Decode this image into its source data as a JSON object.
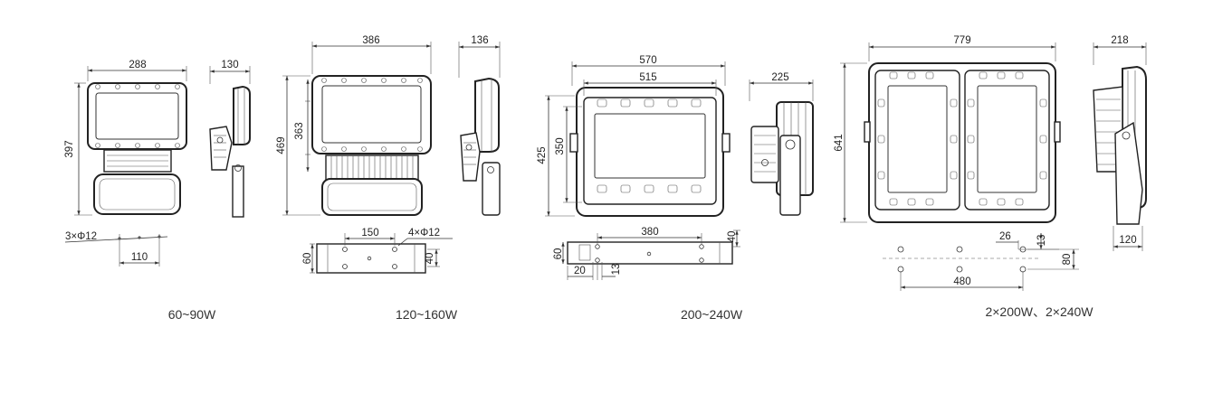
{
  "products": [
    {
      "caption": "60~90W",
      "dims": {
        "front_width": "288",
        "side_width": "130",
        "height": "397",
        "holes": "3×Φ12",
        "hole_spacing": "110"
      }
    },
    {
      "caption": "120~160W",
      "dims": {
        "front_width": "386",
        "side_width": "136",
        "height_total": "469",
        "height_body": "363",
        "bracket_span": "150",
        "holes": "4×Φ12",
        "bracket_height": "60",
        "hole_offset": "40"
      }
    },
    {
      "caption": "200~240W",
      "dims": {
        "outer_width": "570",
        "inner_width": "515",
        "side_width": "225",
        "height_total": "425",
        "height_body": "350",
        "bracket_span": "380",
        "bracket_height": "60",
        "hole_offset": "40",
        "edge_offset": "20",
        "hole_gap": "13"
      }
    },
    {
      "caption": "2×200W、2×240W",
      "dims": {
        "front_width": "779",
        "side_width": "218",
        "height": "641",
        "base_offset": "26",
        "base_gap": "13",
        "base_depth": "80",
        "base_span": "480",
        "bottom_depth": "120"
      }
    }
  ],
  "colors": {
    "line": "#333333",
    "text": "#333333",
    "background": "#ffffff"
  }
}
